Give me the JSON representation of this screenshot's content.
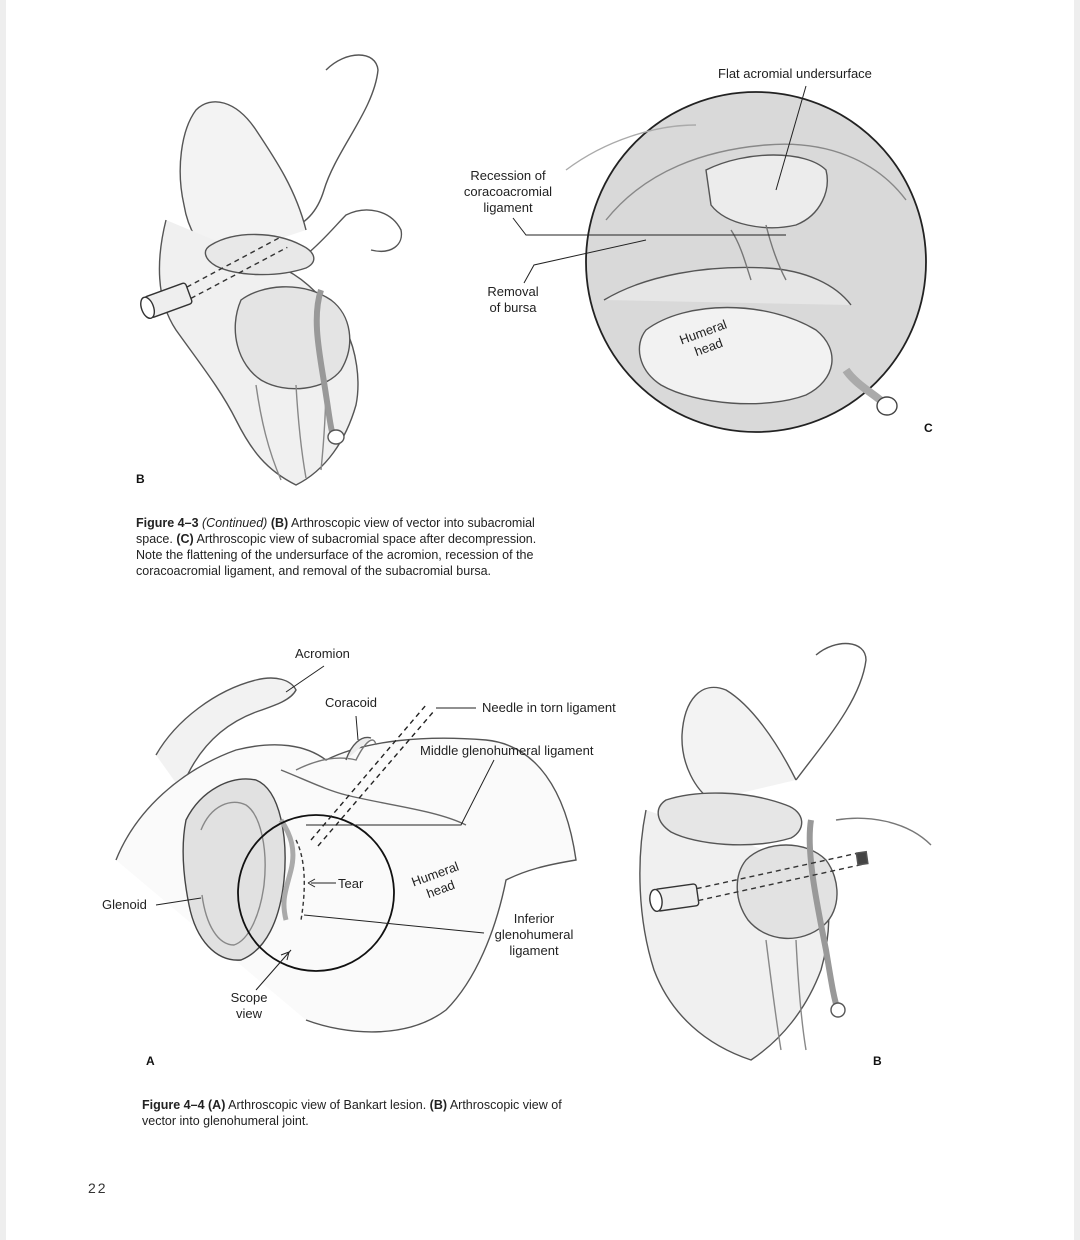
{
  "page_number": "22",
  "figure_4_3": {
    "labels": {
      "flat_acromial": "Flat acromial undersurface",
      "recession_1": "Recession of",
      "recession_2": "coracoacromial",
      "recession_3": "ligament",
      "removal_1": "Removal",
      "removal_2": "of bursa",
      "humeral_1": "Humeral",
      "humeral_2": "head",
      "panel_b": "B",
      "panel_c": "C"
    },
    "caption": {
      "figure": "Figure 4–3",
      "continued": "(Continued)",
      "b_tag": "(B)",
      "b_text": "Arthroscopic view of vector into subacromial space.",
      "c_tag": "(C)",
      "c_text": "Arthroscopic view of subacromial space after decompression. Note the flattening of the undersurface of the acromion, recession of the coracoacromial ligament, and removal of the subacromial bursa."
    }
  },
  "figure_4_4": {
    "labels": {
      "acromion": "Acromion",
      "coracoid": "Coracoid",
      "needle": "Needle in torn ligament",
      "mghl": "Middle glenohumeral ligament",
      "tear": "Tear",
      "humeral_1": "Humeral",
      "humeral_2": "head",
      "glenoid": "Glenoid",
      "ighl_1": "Inferior",
      "ighl_2": "glenohumeral",
      "ighl_3": "ligament",
      "scope_1": "Scope",
      "scope_2": "view",
      "panel_a": "A",
      "panel_b": "B"
    },
    "caption": {
      "figure": "Figure 4–4",
      "a_tag": "(A)",
      "a_text": "Arthroscopic view of Bankart lesion.",
      "b_tag": "(B)",
      "b_text": "Arthroscopic view of vector into glenohumeral joint."
    }
  }
}
